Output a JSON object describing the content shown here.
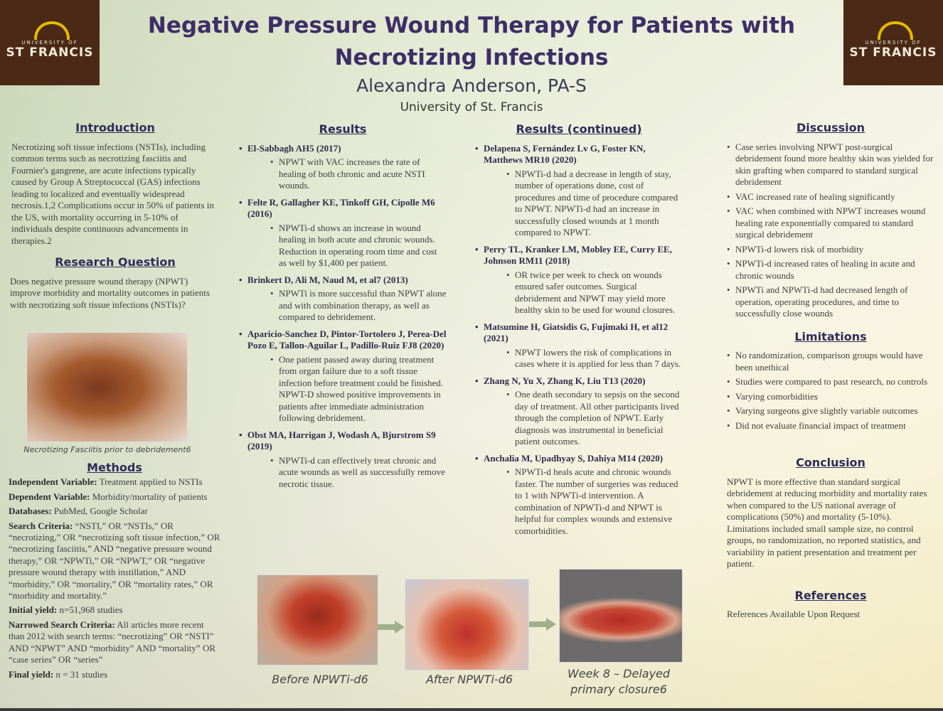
{
  "header": {
    "title": "Negative Pressure Wound Therapy for Patients with Necrotizing Infections",
    "author": "Alexandra Anderson, PA-S",
    "affiliation": "University of St. Francis",
    "logo_top": "UNIVERSITY OF",
    "logo_name": "ST FRANCIS"
  },
  "intro": {
    "heading": "Introduction",
    "text": "Necrotizing soft tissue infections (NSTIs), including common terms such as necrotizing fasciitis and Fournier's gangrene, are acute infections typically caused by Group A Streptococcal (GAS) infections leading to localized and eventually widespread necrosis.1,2 Complications occur in 50% of patients in the US, with mortality occurring in 5-10% of individuals despite continuous advancements in therapies.2"
  },
  "research_question": {
    "heading": "Research Question",
    "text": "Does negative pressure wound therapy (NPWT) improve morbidity and mortality outcomes in patients with necrotizing soft tissue infections (NSTIs)?",
    "image_caption": "Necrotizing Fasciitis prior to debridement6"
  },
  "methods": {
    "heading": "Methods",
    "items": [
      {
        "label": "Independent Variable:",
        "text": " Treatment applied to NSTIs"
      },
      {
        "label": "Dependent Variable:",
        "text": " Morbidity/mortality of patients"
      },
      {
        "label": "Databases:",
        "text": " PubMed, Google Scholar"
      },
      {
        "label": "Search Criteria:",
        "text": "  “NSTI,” OR “NSTIs,” OR “necrotizing,” OR “necrotizing soft tissue infection,” OR “necrotizing fasciitis,” AND “negative pressure wound therapy,” OR “NPWTi,” OR “NPWT,” OR “negative pressure wound therapy with instillation,” AND “morbidity,” OR “mortality,” OR “mortality rates,” OR “morbidity and mortality.”"
      },
      {
        "label": "Initial yield:",
        "text": " n=51,968 studies"
      },
      {
        "label": "Narrowed Search Criteria:",
        "text": " All articles more recent than 2012 with search terms: “necrotizing” OR “NSTI” AND “NPWT” AND “morbidity” AND “mortality” OR “case series” OR “series”"
      },
      {
        "label": "Final yield:",
        "text": " n = 31 studies"
      }
    ]
  },
  "results": {
    "heading": "Results",
    "studies": [
      {
        "cite": "El-Sabbagh AH5 (2017)",
        "finding": "NPWT with VAC increases the rate of healing of both chronic and acute NSTI wounds."
      },
      {
        "cite": "Felte R, Gallagher KE, Tinkoff GH, Cipolle M6 (2016)",
        "finding": "NPWTi-d shows an increase in wound healing in both acute and chronic wounds. Reduction in operating room time and cost as well by $1,400 per patient."
      },
      {
        "cite": "Brinkert D, Ali M, Naud M, et al7 (2013)",
        "finding": "NPWTi is more successful than NPWT alone and with combination therapy, as well as compared to debridement."
      },
      {
        "cite": "Aparicio-Sanchez D, Pintor-Tortolero J, Perea-Del Pozo E, Tallon-Aguilar L, Padillo-Ruiz FJ8 (2020)",
        "finding": "One patient passed away during treatment from organ failure due to a soft tissue infection before treatment could be finished. NPWT-D showed positive improvements in patients after immediate administration following debridement."
      },
      {
        "cite": "Obst MA, Harrigan J, Wodash A, Bjurstrom S9 (2019)",
        "finding": "NPWTi-d can effectively treat chronic and acute wounds as well as successfully remove necrotic tissue."
      }
    ]
  },
  "results_cont": {
    "heading": "Results (continued)",
    "studies": [
      {
        "cite": "Delapena S, Fernández Lv G, Foster KN, Matthews MR10 (2020)",
        "finding": "NPWTi-d had a decrease in length of stay, number of operations done, cost of procedures and time of procedure compared to NPWT. NPWTi-d had an increase in successfully closed wounds at 1 month compared to NPWT."
      },
      {
        "cite": "Perry TL, Kranker LM, Mobley EE, Curry EE, Johnson RM11 (2018)",
        "finding": "OR twice per week to check on wounds ensured safer outcomes. Surgical debridement and NPWT may yield more healthy skin to be used for wound closures."
      },
      {
        "cite": "Matsumine H, Giatsidis G, Fujimaki H, et al12 (2021)",
        "finding": "NPWT lowers the risk of complications in cases where it is applied for less than 7 days."
      },
      {
        "cite": "Zhang N, Yu X, Zhang K, Liu T13 (2020)",
        "finding": "One death secondary to sepsis on the second day of treatment. All other participants lived through the completion of NPWT. Early diagnosis was instrumental in beneficial patient outcomes."
      },
      {
        "cite": "Anchalia M, Upadhyay S, Dahiya M14 (2020)",
        "finding": "NPWTi-d heals acute and chronic wounds faster. The number of surgeries was reduced to 1 with NPWTi-d intervention. A combination of NPWTi-d and NPWT is helpful for complex wounds and extensive comorbidities."
      }
    ]
  },
  "discussion": {
    "heading": "Discussion",
    "items": [
      "Case series involving NPWT post-surgical debridement found more healthy skin was yielded for skin grafting when compared to standard surgical debridement",
      "VAC increased rate of healing significantly",
      "VAC when combined with NPWT increases wound healing rate exponentially compared to standard surgical debridement",
      "NPWTi-d lowers risk of morbidity",
      "NPWTi-d increased rates of healing in acute and chronic wounds",
      "NPWTi and NPWTi-d had decreased length of operation, operating procedures, and time to successfully close wounds"
    ]
  },
  "limitations": {
    "heading": "Limitations",
    "items": [
      "No randomization, comparison groups would have been unethical",
      "Studies were compared to past research, no controls",
      "Varying comorbidities",
      "Varying surgeons give slightly variable outcomes",
      "Did not evaluate financial impact of treatment"
    ]
  },
  "conclusion": {
    "heading": "Conclusion",
    "text": "NPWT is more effective than standard surgical debridement at reducing morbidity and mortality rates when compared to the US national average of complications (50%) and mortality (5-10%). Limitations included small sample size, no control groups, no randomization, no reported statistics, and variability in patient presentation and treatment per patient."
  },
  "references": {
    "heading": "References",
    "text": "References Available Upon Request"
  },
  "gallery": {
    "captions": [
      "Before NPWTi-d6",
      "After NPWTi-d6",
      "Week 8 – Delayed primary closure6"
    ]
  }
}
